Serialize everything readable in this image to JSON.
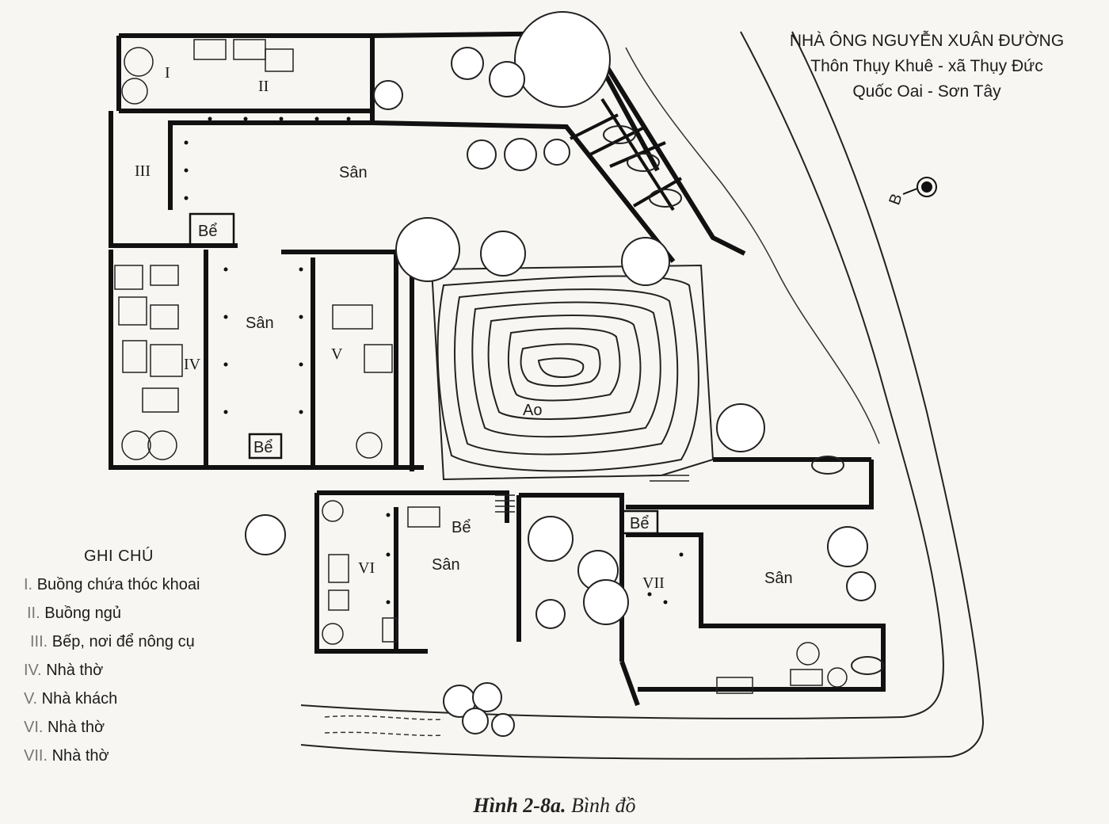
{
  "title": {
    "line1": "NHÀ ÔNG NGUYỄN XUÂN ĐƯỜNG",
    "line2": "Thôn Thụy Khuê - xã Thụy Đức",
    "line3": "Quốc Oai - Sơn Tây"
  },
  "north_marker": "B",
  "labels": {
    "san": "Sân",
    "be": "Bể",
    "ao": "Ao"
  },
  "room_numbers": [
    "I",
    "II",
    "III",
    "IV",
    "V",
    "VI",
    "VII"
  ],
  "legend": {
    "heading": "GHI CHÚ",
    "items": [
      {
        "num": "I.",
        "text": "Buồng chứa thóc khoai"
      },
      {
        "num": "II.",
        "text": "Buồng ngủ"
      },
      {
        "num": "III.",
        "text": "Bếp, nơi để nông cụ"
      },
      {
        "num": "IV.",
        "text": "Nhà thờ"
      },
      {
        "num": "V.",
        "text": "Nhà khách"
      },
      {
        "num": "VI.",
        "text": "Nhà thờ"
      },
      {
        "num": "VII.",
        "text": "Nhà thờ"
      }
    ]
  },
  "caption": {
    "figure": "Hình 2-8a.",
    "text": "Bình đồ"
  }
}
